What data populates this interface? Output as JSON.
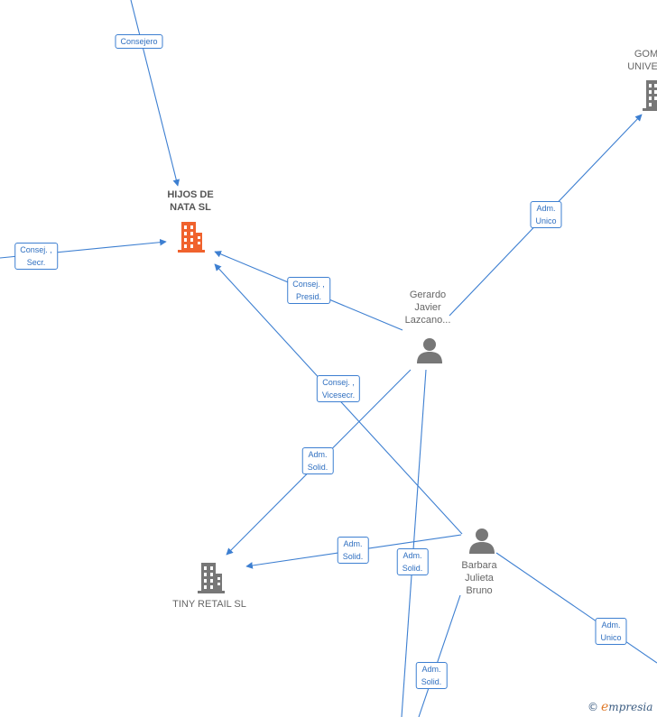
{
  "nodes": {
    "hijos": {
      "label_lines": [
        "HIJOS DE",
        "NATA  SL"
      ],
      "type": "company",
      "color": "#f0622d"
    },
    "gom": {
      "label_lines": [
        "GOM",
        "UNIVER"
      ],
      "type": "company",
      "color": "#777777"
    },
    "tiny": {
      "label_lines": [
        "TINY RETAIL  SL"
      ],
      "type": "company",
      "color": "#777777"
    },
    "gerardo": {
      "label_lines": [
        "Gerardo",
        "Javier",
        "Lazcano..."
      ],
      "type": "person",
      "color": "#777777"
    },
    "barbara": {
      "label_lines": [
        "Barbara",
        "Julieta",
        "Bruno"
      ],
      "type": "person",
      "color": "#777777"
    }
  },
  "edge_labels": {
    "consejero": [
      "Consejero"
    ],
    "consej_secr": [
      "Consej. ,",
      "Secr."
    ],
    "consej_presid": [
      "Consej. ,",
      "Presid."
    ],
    "consej_vicesecr": [
      "Consej. ,",
      "Vicesecr."
    ],
    "adm_unico_top": [
      "Adm.",
      "Unico"
    ],
    "adm_solid_gerardo": [
      "Adm.",
      "Solid."
    ],
    "adm_solid_barbara": [
      "Adm.",
      "Solid."
    ],
    "adm_solid_down": [
      "Adm.",
      "Solid."
    ],
    "adm_solid_bottom": [
      "Adm.",
      "Solid."
    ],
    "adm_unico_bottom": [
      "Adm.",
      "Unico"
    ]
  },
  "colors": {
    "edge": "#3d7fd1",
    "focus_company": "#f0622d",
    "node": "#777777"
  },
  "watermark": {
    "symbol": "©",
    "brand_first": "e",
    "brand_rest": "mpresia"
  }
}
